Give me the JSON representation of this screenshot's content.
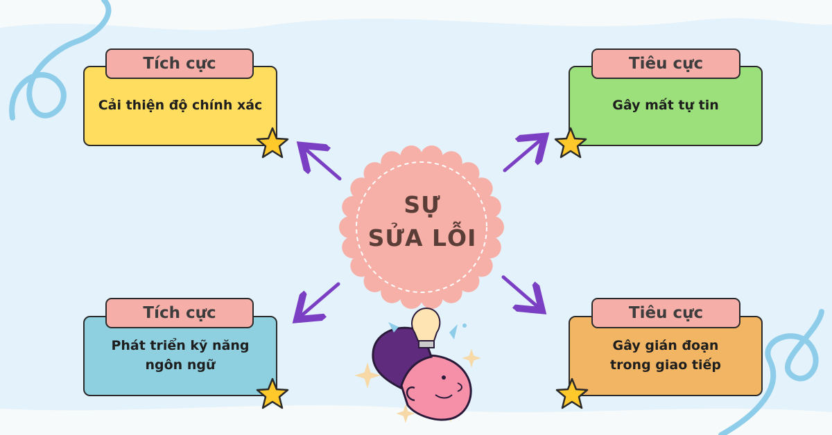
{
  "center": {
    "line1": "SỰ",
    "line2": "SỬA LỖI"
  },
  "cards": [
    {
      "tag": "Tích cực",
      "text": "Cải thiện độ chính xác",
      "color": "#ffdd5f"
    },
    {
      "tag": "Tiêu cực",
      "text": "Gây mất tự tin",
      "color": "#9be07a"
    },
    {
      "tag": "Tích cực",
      "text": "Phát triển kỹ năng ngôn ngữ",
      "color": "#8ecfe0"
    },
    {
      "tag": "Tiêu cực",
      "text": "Gây gián đoạn trong giao tiếp",
      "color": "#f2b563"
    }
  ],
  "colors": {
    "background": "#e3f2fb",
    "tag": "#f6aea8",
    "arrow": "#7b3fc4",
    "center": "#f6b0a8",
    "star": "#ffc92b"
  },
  "icons": {
    "star": "star-icon",
    "arrow": "arrow-icon",
    "head": "head-lightbulb-icon"
  }
}
